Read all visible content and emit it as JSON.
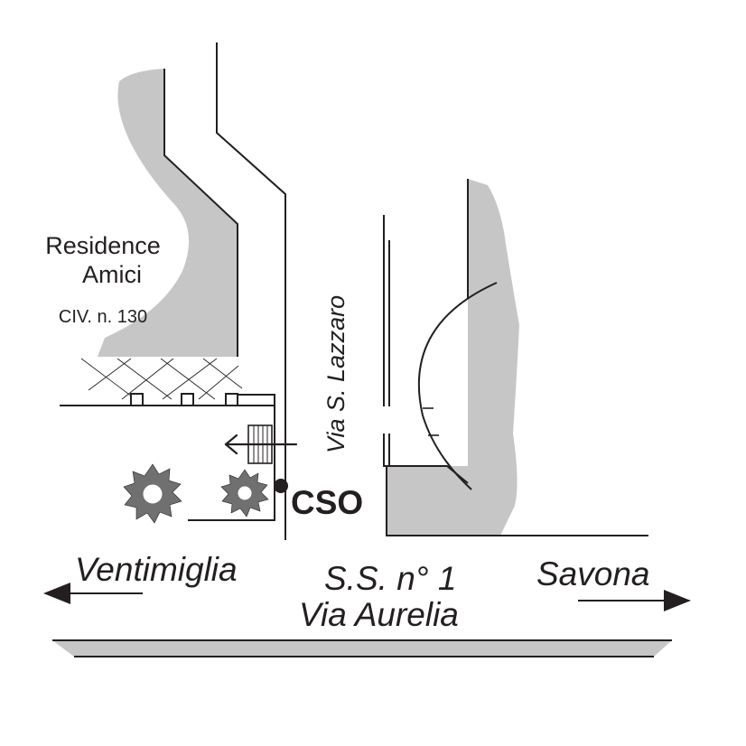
{
  "map": {
    "residence": {
      "name_line1": "Residence",
      "name_line2": "Amici",
      "civic_number": "CIV. n. 130"
    },
    "street_side": "Via S. Lazzaro",
    "location_marker": "CSO",
    "main_road": {
      "line1": "S.S. n° 1",
      "line2": "Via Aurelia"
    },
    "direction_left": "Ventimiglia",
    "direction_right": "Savona",
    "colors": {
      "building_fill": "#c6c6c6",
      "line": "#231f20",
      "bush": "#707070",
      "road_band": "#c6c6c6",
      "background": "#ffffff"
    },
    "icons": {
      "marker": "filled-circle",
      "bushes": "shrub-icon",
      "arrows": "arrow-icon"
    }
  }
}
